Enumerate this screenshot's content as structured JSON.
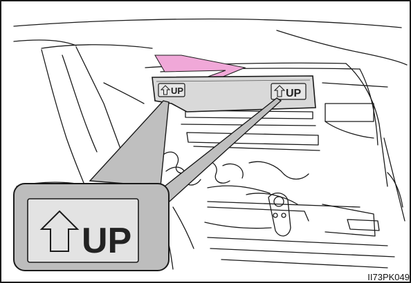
{
  "figure": {
    "labels": {
      "small_left": "UP",
      "small_right": "UP",
      "callout": "UP"
    },
    "figure_code": "II73PK049",
    "icons": {
      "arrow": "up-arrow-icon"
    },
    "colors": {
      "line": "#1a1a1a",
      "label_fill": "#c8c8c8",
      "callout_fill": "#c8c8c8",
      "highlight": "#f0a8d8",
      "background": "#ffffff"
    }
  }
}
